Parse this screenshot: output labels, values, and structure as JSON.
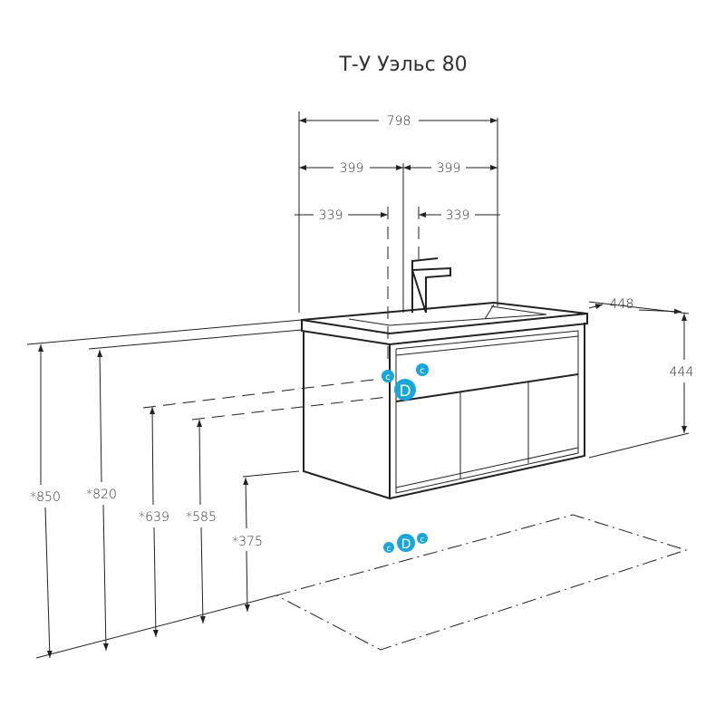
{
  "title": "Т-У Уэльс 80",
  "dimensions": {
    "total_width": "798",
    "half_left": "399",
    "half_right": "399",
    "offset_left": "339",
    "offset_right": "339",
    "depth": "448",
    "height_basin": "444",
    "h850": "*850",
    "h820": "*820",
    "h639": "*639",
    "h585": "*585",
    "h375": "*375"
  },
  "markers": {
    "drain": "D",
    "cold": "c",
    "hot": "c"
  },
  "colors": {
    "marker": "#1aa7d8",
    "line": "#222222"
  }
}
